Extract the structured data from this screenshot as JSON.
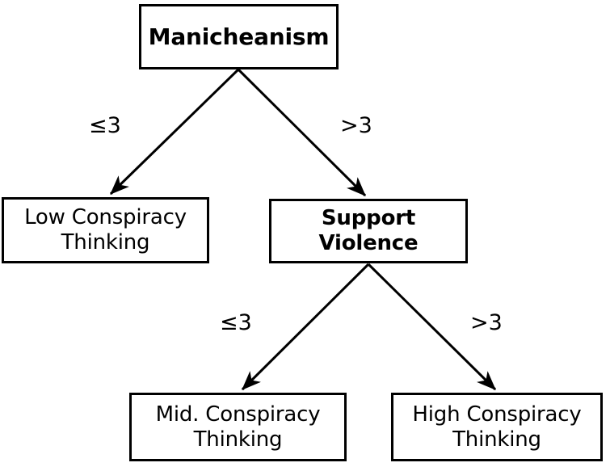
{
  "diagram": {
    "type": "decision-tree",
    "title": "Manicheanism decision tree",
    "colors": {
      "line": "#000000",
      "box_fill": "#ffffff",
      "text": "#000000",
      "background": "#ffffff"
    },
    "nodes": {
      "root": {
        "id": "manicheanism",
        "label": "Manicheanism",
        "role": "split",
        "bold": true
      },
      "low": {
        "id": "low-conspiracy-thinking",
        "label": "Low Conspiracy\nThinking",
        "role": "leaf",
        "bold": false
      },
      "support": {
        "id": "support-violence",
        "label": "Support\nViolence",
        "role": "split",
        "bold": true
      },
      "mid": {
        "id": "mid-conspiracy-thinking",
        "label": "Mid. Conspiracy\nThinking",
        "role": "leaf",
        "bold": false
      },
      "high": {
        "id": "high-conspiracy-thinking",
        "label": "High Conspiracy\nThinking",
        "role": "leaf",
        "bold": false
      }
    },
    "edges": {
      "root_left": {
        "label": "≤3",
        "from": "manicheanism",
        "to": "low-conspiracy-thinking"
      },
      "root_right": {
        "label": ">3",
        "from": "manicheanism",
        "to": "support-violence"
      },
      "support_left": {
        "label": "≤3",
        "from": "support-violence",
        "to": "mid-conspiracy-thinking"
      },
      "support_right": {
        "label": ">3",
        "from": "support-violence",
        "to": "high-conspiracy-thinking"
      }
    }
  }
}
